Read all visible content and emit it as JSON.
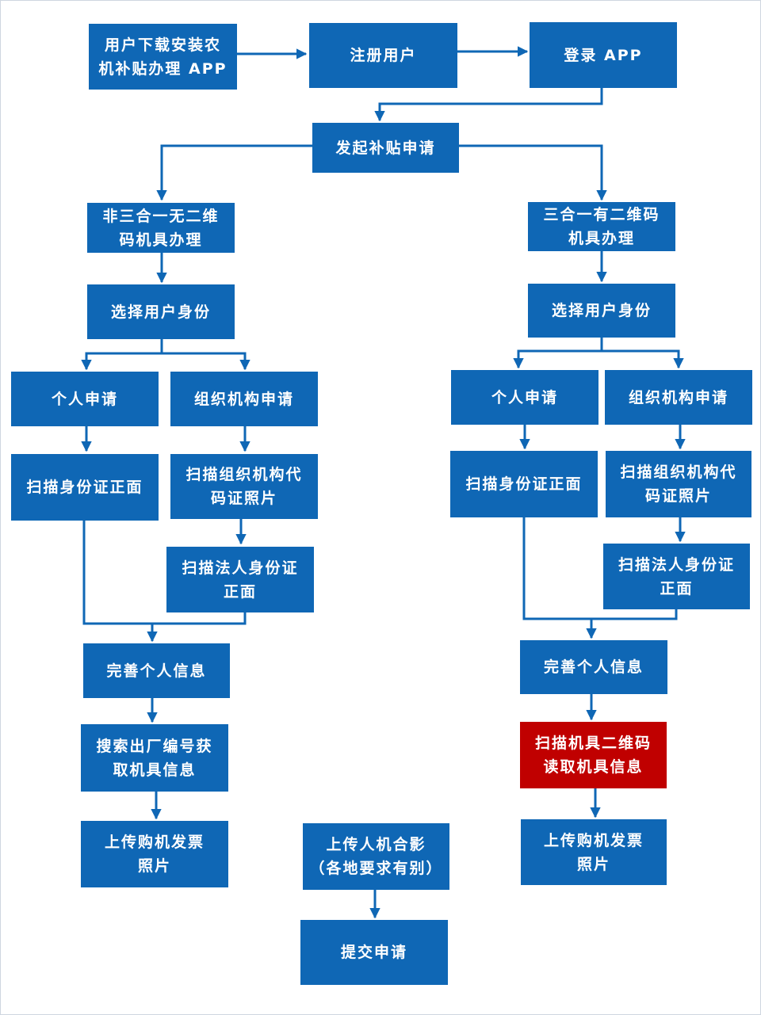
{
  "colors": {
    "box": "#0f67b5",
    "highlight": "#c00000",
    "arrow": "#0f67b5",
    "background": "#ffffff"
  },
  "nodes": {
    "download": "用户下载安装农\n机补贴办理 APP",
    "register": "注册用户",
    "login": "登录 APP",
    "apply": "发起补贴申请",
    "left_branch": "非三合一无二维\n码机具办理",
    "right_branch": "三合一有二维码\n机具办理",
    "left_select_identity": "选择用户身份",
    "right_select_identity": "选择用户身份",
    "left_personal": "个人申请",
    "left_org": "组织机构申请",
    "right_personal": "个人申请",
    "right_org": "组织机构申请",
    "left_scan_id": "扫描身份证正面",
    "left_scan_org_code": "扫描组织机构代\n码证照片",
    "left_scan_legal_id": "扫描法人身份证\n正面",
    "right_scan_id": "扫描身份证正面",
    "right_scan_org_code": "扫描组织机构代\n码证照片",
    "right_scan_legal_id": "扫描法人身份证\n正面",
    "left_complete_info": "完善个人信息",
    "right_complete_info": "完善个人信息",
    "left_search_serial": "搜索出厂编号获\n取机具信息",
    "right_scan_qr": "扫描机具二维码\n读取机具信息",
    "left_upload_invoice": "上传购机发票\n照片",
    "right_upload_invoice": "上传购机发票\n照片",
    "upload_photo": "上传人机合影\n（各地要求有别）",
    "submit": "提交申请"
  }
}
